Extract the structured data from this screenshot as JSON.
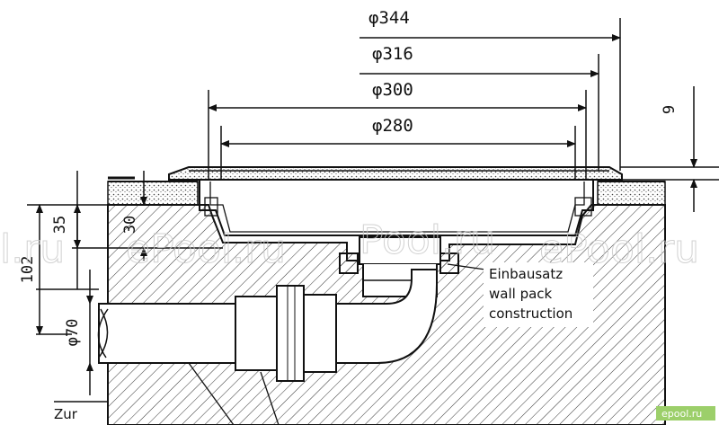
{
  "drawing": {
    "dimensions": {
      "d344": "φ344",
      "d316": "φ316",
      "d300": "φ300",
      "d280": "φ280",
      "h9": "9",
      "h102": "102",
      "h35": "35",
      "h30": "30",
      "d70": "φ70"
    },
    "note": {
      "line1": "Einbausatz",
      "line2": "wall pack",
      "line3": "construction"
    },
    "corner_label": "Zur",
    "watermarks": {
      "left": "l.ru",
      "center_left": "ePool.ru",
      "center": "Pool.ru",
      "right": "ePool.ru",
      "badge": "epool.ru"
    },
    "colors": {
      "line": "#111111",
      "hatch": "#333333",
      "watermark": "#c9c9c9",
      "badge": "#9ccf6a"
    }
  }
}
